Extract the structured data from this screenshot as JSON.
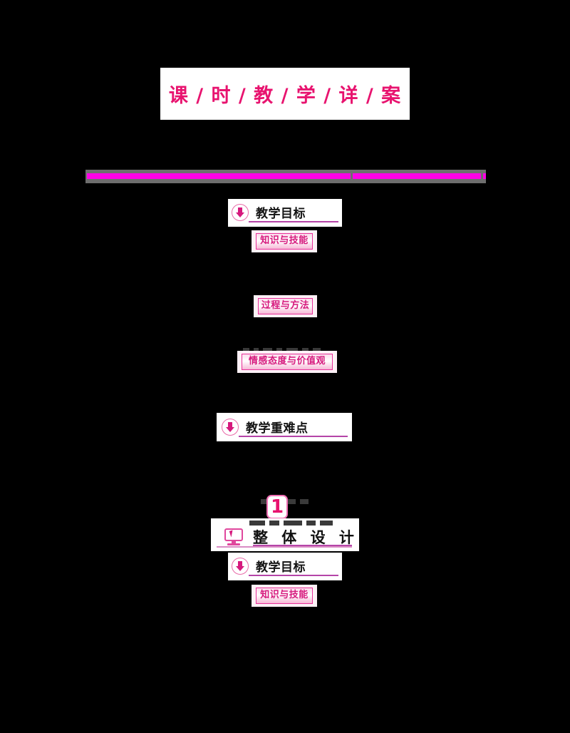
{
  "document": {
    "title": "课 / 时 / 教 / 学 / 详 / 案",
    "background_color": "#000000",
    "accent_color": "#e8136f",
    "rule_color": "#b545a8",
    "badge_border_color": "#e8319a"
  },
  "redacted_bar": {
    "name": "redacted-heading-bar",
    "bar_color": "#6e6e6e",
    "ink_color": "#ff00e6",
    "note": ""
  },
  "sections": [
    {
      "id": "teaching-objectives-1",
      "icon": "down-arrow-circle-icon",
      "heading": "教学目标",
      "badges": [
        {
          "id": "knowledge-skills-1",
          "label": "知识与技能"
        },
        {
          "id": "process-method-1",
          "label": "过程与方法"
        },
        {
          "id": "emotion-attitude-values-1",
          "label": "情感态度与价值观"
        }
      ]
    },
    {
      "id": "key-difficult-points",
      "icon": "down-arrow-circle-icon",
      "heading": "教学重难点",
      "badges": []
    },
    {
      "id": "overall-design",
      "number": "1",
      "icon": "monitor-cursor-icon",
      "heading": "整 体 设 计",
      "subsections": [
        {
          "id": "teaching-objectives-2",
          "icon": "down-arrow-circle-icon",
          "heading": "教学目标",
          "badges": [
            {
              "id": "knowledge-skills-2",
              "label": "知识与技能"
            }
          ]
        }
      ]
    }
  ]
}
